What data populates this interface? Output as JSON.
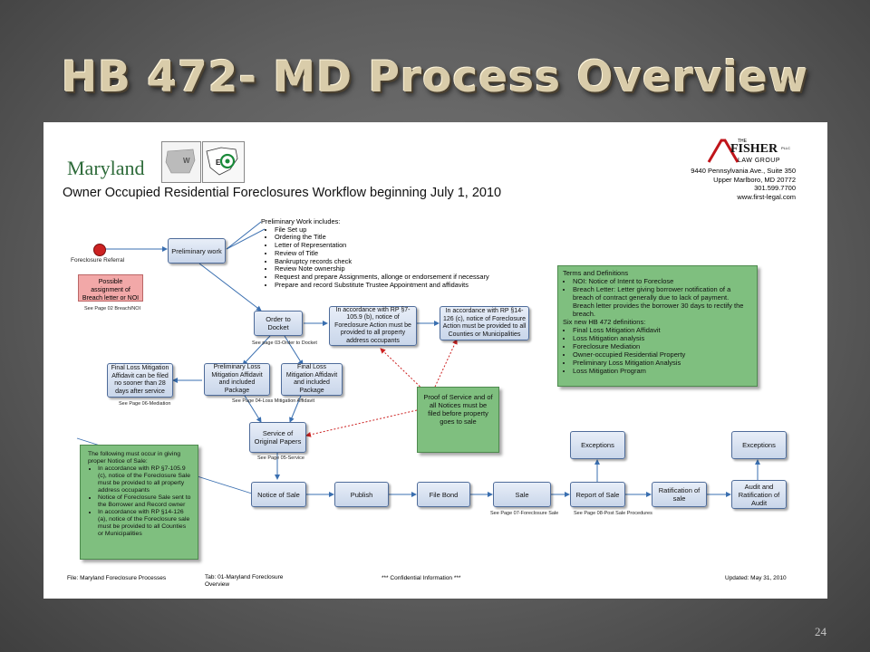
{
  "slide": {
    "title": "HB 472- MD Process Overview",
    "page_number": "24"
  },
  "header": {
    "state": "Maryland",
    "map_w": "W",
    "map_e": "E",
    "workflow_title": "Owner Occupied Residential Foreclosures Workflow beginning July 1, 2010",
    "firm": {
      "logo_the": "THE",
      "logo_fisher": "FISHER",
      "logo_law_group": "LAW GROUP",
      "logo_pllc": "PLLC",
      "address_lines": [
        "9440 Pennsylvania Ave., Suite 350",
        "Upper Marlboro, MD 20772",
        "301.599.7700",
        "www.first-legal.com"
      ]
    }
  },
  "preliminary_list": {
    "heading": "Preliminary Work includes:",
    "items": [
      "File Set up",
      "Ordering the Title",
      "Letter of Representation",
      "Review of Title",
      "Bankruptcy records check",
      "Review Note ownership",
      "Request and prepare Assignments, allonge or endorsement if necessary",
      "Prepare and record Substitute Trustee Appointment and affidavits"
    ]
  },
  "nodes": {
    "foreclosure_referral": "Foreclosure Referral",
    "preliminary_work": "Preliminary work",
    "breach_note": "Possible assignment of Breach letter or NOI",
    "breach_caption": "See Page 02 Breach/NOI",
    "order_to_docket": "Order to Docket",
    "docket_caption": "See page 03-Order to Docket",
    "rp_105_9b": "In accordance with RP §7-105.9 (b), notice of Foreclosure Action must be provided to all property address occupants",
    "rp_14_126c": "In accordance with RP §14-126 (c), notice of Foreclosure Action must be provided to all Counties or Municipalities",
    "final_lma_28": "Final Loss Mitigation Affidavit can be filed no sooner than 28 days after service",
    "mediation_caption": "See Page 06-Mediation",
    "prelim_lma": "Preliminary Loss Mitigation Affidavit and included Package",
    "final_lma": "Final Loss Mitigation Affidavit and included Package",
    "lma_caption": "See Page 04-Loss Mitigation Affidavit",
    "service": "Service of Original Papers",
    "service_caption": "See Page 05-Service",
    "proof_of_service": "Proof of Service and of all Notices must be filed before property goes to sale",
    "notice_of_sale": "Notice of Sale",
    "publish": "Publish",
    "file_bond": "File Bond",
    "sale": "Sale",
    "sale_caption": "See Page 07-Foreclosure Sale",
    "report_of_sale": "Report of Sale",
    "post_sale_caption": "See Page 08-Post Sale Procedures",
    "ratification": "Ratification of sale",
    "audit": "Audit and Ratification of Audit",
    "exceptions_1": "Exceptions",
    "exceptions_2": "Exceptions"
  },
  "terms": {
    "heading": "Terms and Definitions",
    "items": [
      "NOI: Notice of Intent to Foreclose",
      "Breach Letter: Letter giving borrower notification of a breach of contract generally due to lack of payment. Breach letter provides the borrower 30 days to rectify the breach."
    ],
    "subheading": "Six new HB 472 definitions:",
    "defs": [
      "Final Loss Mitigation Affidavit",
      "Loss Mitigation analysis",
      "Foreclosure Mediation",
      "Owner-occupied Residential Property",
      "Preliminary Loss Mitigation Analysis",
      "Loss Mitigation Program"
    ]
  },
  "notice_panel": {
    "heading": "The following must occur in giving proper Notice of Sale:",
    "items": [
      "In accordance with RP §7-105.9 (c), notice of the Foreclosure Sale must be provided to all property address occupants",
      "Notice of Foreclosure Sale sent to the Borrower and Record owner",
      "In accordance with RP §14-126 (a), notice of the Foreclosure sale must be provided to all Counties or Municipalities"
    ]
  },
  "footer": {
    "file": "File: Maryland Foreclosure Processes",
    "tab": "Tab: 01-Maryland Foreclosure Overview",
    "confidential": "*** Confidential Information ***",
    "updated": "Updated: May 31, 2010"
  },
  "colors": {
    "box_fill": "#c9d6ea",
    "green_note": "#7fbf7f",
    "pink_note": "#f2a8a8",
    "title": "#d9ccaa",
    "red_circle": "#cc2222"
  }
}
